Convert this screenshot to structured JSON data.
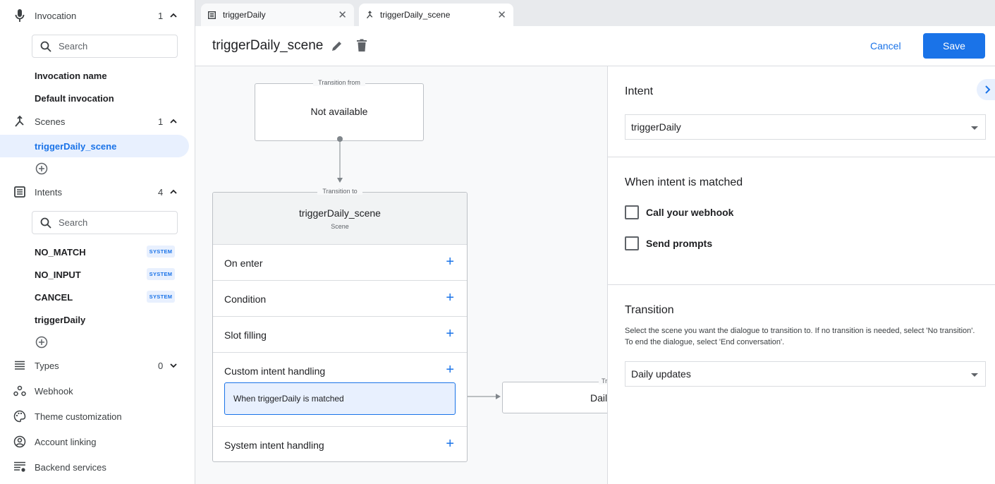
{
  "sidebar": {
    "invocation": {
      "label": "Invocation",
      "count": "1",
      "search_placeholder": "Search",
      "items": [
        "Invocation name",
        "Default invocation"
      ]
    },
    "scenes": {
      "label": "Scenes",
      "count": "1",
      "items": [
        "triggerDaily_scene"
      ]
    },
    "intents": {
      "label": "Intents",
      "count": "4",
      "search_placeholder": "Search",
      "items": [
        {
          "name": "NO_MATCH",
          "badge": "SYSTEM"
        },
        {
          "name": "NO_INPUT",
          "badge": "SYSTEM"
        },
        {
          "name": "CANCEL",
          "badge": "SYSTEM"
        },
        {
          "name": "triggerDaily",
          "badge": ""
        }
      ]
    },
    "types": {
      "label": "Types",
      "count": "0"
    },
    "webhook": "Webhook",
    "theme": "Theme customization",
    "account": "Account linking",
    "backend": "Backend services"
  },
  "tabs": [
    {
      "label": "triggerDaily",
      "icon": "intent-icon"
    },
    {
      "label": "triggerDaily_scene",
      "icon": "scene-icon",
      "active": true
    }
  ],
  "header": {
    "title": "triggerDaily_scene",
    "cancel": "Cancel",
    "save": "Save",
    "accent": "#1a73e8"
  },
  "canvas": {
    "from": {
      "label": "Transition from",
      "value": "Not available"
    },
    "scene": {
      "label": "Transition to",
      "name": "triggerDaily_scene",
      "sub": "Scene",
      "rows": [
        "On enter",
        "Condition",
        "Slot filling",
        "Custom intent handling",
        "System intent handling"
      ],
      "handler": "When triggerDaily is matched"
    },
    "target": {
      "label": "Tr",
      "value": "Dail"
    }
  },
  "panel": {
    "intent_title": "Intent",
    "intent_value": "triggerDaily",
    "matched_title": "When intent is matched",
    "webhook": "Call your webhook",
    "prompts": "Send prompts",
    "transition_title": "Transition",
    "transition_desc": "Select the scene you want the dialogue to transition to. If no transition is needed, select 'No transition'. To end the dialogue, select 'End conversation'.",
    "transition_value": "Daily updates"
  }
}
